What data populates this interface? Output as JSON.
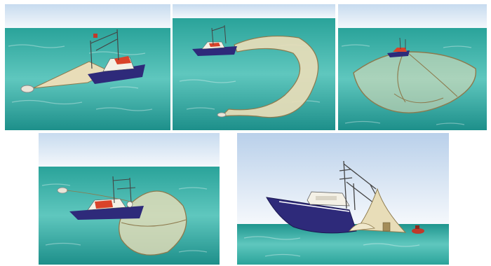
{
  "figure": {
    "panels": [
      {
        "id": "step-1",
        "description_visible_text": ""
      },
      {
        "id": "step-2",
        "description_visible_text": ""
      },
      {
        "id": "step-3",
        "description_visible_text": ""
      },
      {
        "id": "step-4",
        "description_visible_text": ""
      },
      {
        "id": "step-5",
        "description_visible_text": ""
      }
    ]
  },
  "colors": {
    "sky_top": "#c7dbef",
    "sky_bottom": "#f3f7fb",
    "sea_light": "#5fc7be",
    "sea_dark": "#1d8f8a",
    "hull_dark": "#2e2a7a",
    "cabin_white": "#f4f1e6",
    "roof_red": "#d9432a",
    "net_fill": "#e8ddb8",
    "net_stroke": "#8d7a4d",
    "buoy": "#e9e5d8"
  }
}
